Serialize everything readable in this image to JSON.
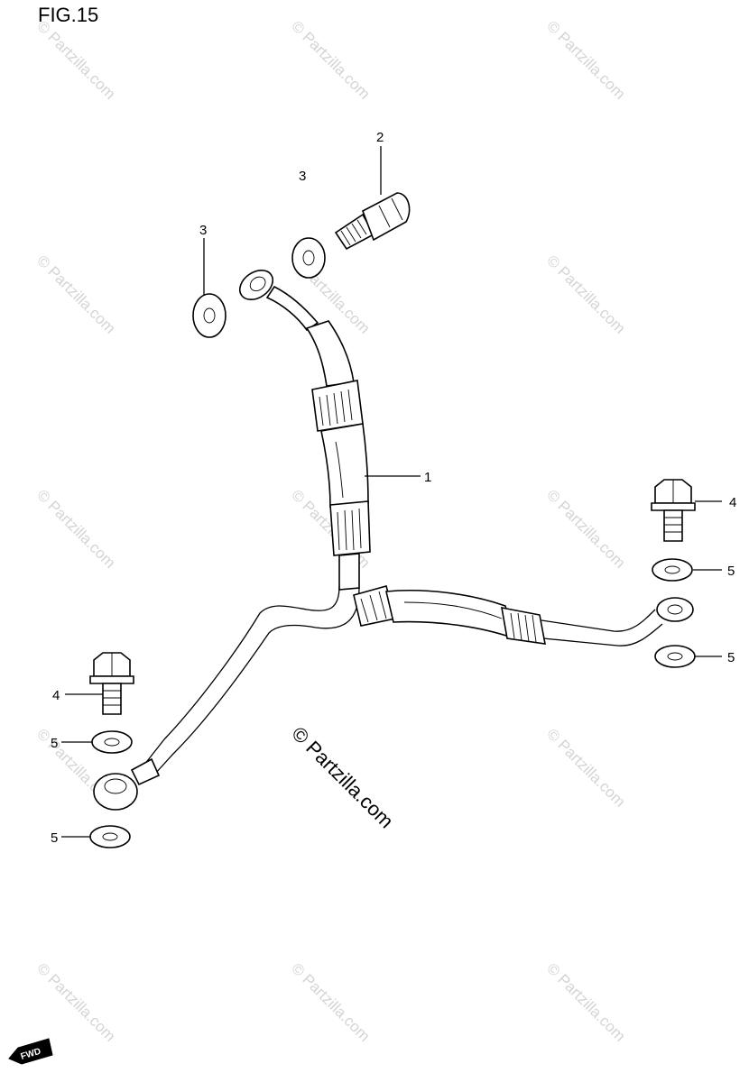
{
  "figure": {
    "title": "FIG.15"
  },
  "callouts": [
    {
      "id": "c1",
      "label": "1"
    },
    {
      "id": "c2",
      "label": "2"
    },
    {
      "id": "c3a",
      "label": "3"
    },
    {
      "id": "c3b",
      "label": "3"
    },
    {
      "id": "c4a",
      "label": "4"
    },
    {
      "id": "c4b",
      "label": "4"
    },
    {
      "id": "c5a",
      "label": "5"
    },
    {
      "id": "c5b",
      "label": "5"
    },
    {
      "id": "c5c",
      "label": "5"
    },
    {
      "id": "c5d",
      "label": "5"
    }
  ],
  "watermark": {
    "text": "© Partzilla.com",
    "center_text": "© Partzilla.com"
  },
  "fwd_badge": {
    "label": "FWD"
  }
}
